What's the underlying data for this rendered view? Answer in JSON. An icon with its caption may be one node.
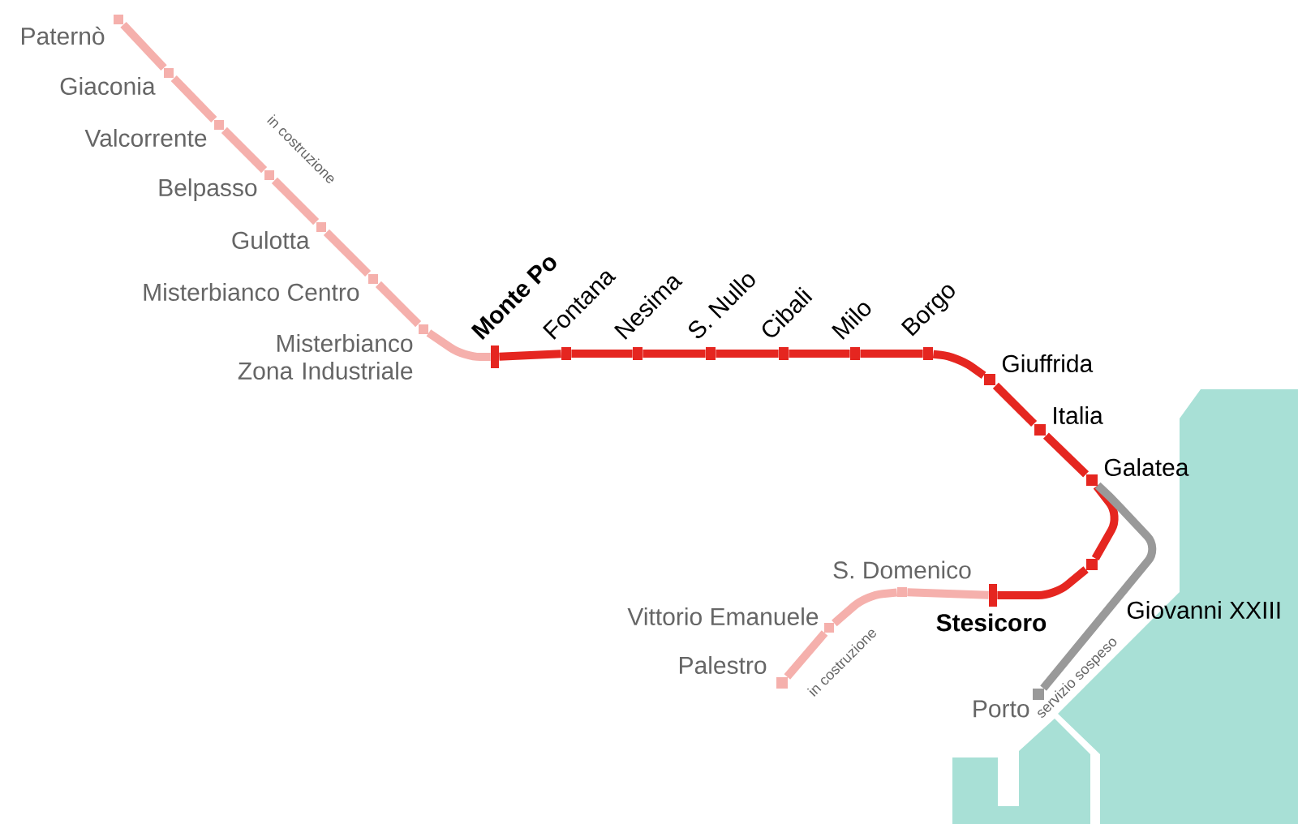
{
  "diagram": {
    "nodes": [
      {
        "text": [],
        "shape": "bar",
        "beside": [
          "Paternò"
        ]
      },
      {
        "text": [],
        "shape": "bar",
        "beside": [
          "Giaconia"
        ]
      },
      {
        "text": [],
        "shape": "bar",
        "beside": [
          "Valcorrente"
        ]
      },
      {
        "text": [],
        "shape": "bar",
        "beside": [
          "Belpasso"
        ]
      },
      {
        "text": [],
        "shape": "bar",
        "beside": [
          "Gulotta"
        ]
      },
      {
        "text": [],
        "shape": "bar",
        "beside": [
          "Misterbianco Centro"
        ]
      },
      {
        "text": [],
        "shape": "bar",
        "beside": [
          "Misterbianco Zona Industriale"
        ]
      },
      {
        "text": [],
        "shape": "bar",
        "beside": [
          "Monte Po"
        ]
      },
      {
        "text": [],
        "shape": "bar",
        "beside": [
          "Fontana"
        ]
      },
      {
        "text": [],
        "shape": "bar",
        "beside": [
          "Nesima"
        ]
      },
      {
        "text": [],
        "shape": "bar",
        "beside": [
          "S. Nullo"
        ]
      },
      {
        "text": [],
        "shape": "bar",
        "beside": [
          "Cibali"
        ]
      },
      {
        "text": [],
        "shape": "bar",
        "beside": [
          "Milo"
        ]
      },
      {
        "text": [],
        "shape": "bar",
        "beside": [
          "Borgo"
        ]
      },
      {
        "text": [],
        "shape": "bar",
        "beside": [
          "Giuffrida"
        ]
      },
      {
        "text": [],
        "shape": "bar",
        "beside": [
          "Italia"
        ]
      },
      {
        "text": [],
        "shape": "bar",
        "beside": [
          "Galatea"
        ]
      },
      {
        "text": [],
        "shape": "bar",
        "beside": [
          "S. Domenico"
        ]
      },
      {
        "text": [],
        "shape": "bar",
        "beside": [
          "Giovanni XXIII"
        ]
      },
      {
        "text": [],
        "shape": "bar",
        "beside": [
          "Vittorio Emanuele"
        ]
      },
      {
        "text": [],
        "shape": "bar",
        "beside": [
          "Stesicoro"
        ]
      },
      {
        "text": [],
        "shape": "bar",
        "beside": [
          "Palestro"
        ]
      },
      {
        "text": [],
        "shape": "bar",
        "beside": [
          "Porto"
        ]
      }
    ],
    "edges": [
      {
        "from": 0,
        "to": 1,
        "arrow": "none",
        "color": "#f5b0ac"
      },
      {
        "from": 1,
        "to": 2,
        "arrow": "none",
        "color": "#f5b0ac"
      },
      {
        "from": 2,
        "to": 3,
        "arrow": "none",
        "color": "#f5b0ac",
        "label": "in costruzione"
      },
      {
        "from": 3,
        "to": 4,
        "arrow": "none",
        "color": "#f5b0ac"
      },
      {
        "from": 4,
        "to": 5,
        "arrow": "none",
        "color": "#f5b0ac"
      },
      {
        "from": 5,
        "to": 6,
        "arrow": "none",
        "color": "#f5b0ac"
      },
      {
        "from": 6,
        "to": 7,
        "arrow": "none",
        "color": "#f5b0ac"
      },
      {
        "from": 7,
        "to": 8,
        "arrow": "none"
      },
      {
        "from": 8,
        "to": 9,
        "arrow": "none"
      },
      {
        "from": 9,
        "to": 10,
        "arrow": "none"
      },
      {
        "from": 10,
        "to": 11,
        "arrow": "none"
      },
      {
        "from": 11,
        "to": 12,
        "arrow": "none"
      },
      {
        "from": 12,
        "to": 13,
        "arrow": "none"
      },
      {
        "from": 13,
        "to": 14,
        "arrow": "none"
      },
      {
        "from": 14,
        "to": 15,
        "arrow": "none"
      },
      {
        "from": 15,
        "to": 16,
        "arrow": "none"
      },
      {
        "from": 16,
        "to": 18,
        "arrow": "none"
      },
      {
        "from": 18,
        "to": 20,
        "arrow": "none"
      },
      {
        "from": 20,
        "to": 17,
        "arrow": "none",
        "color": "#f5b0ac"
      },
      {
        "from": 17,
        "to": 19,
        "arrow": "none",
        "color": "#f5b0ac"
      },
      {
        "from": 19,
        "to": 21,
        "arrow": "none",
        "color": "#f5b0ac",
        "label": "in costruzione"
      },
      {
        "from": 16,
        "to": 22,
        "arrow": "none",
        "color": "#999999",
        "label": "servizio sospeso"
      }
    ]
  }
}
